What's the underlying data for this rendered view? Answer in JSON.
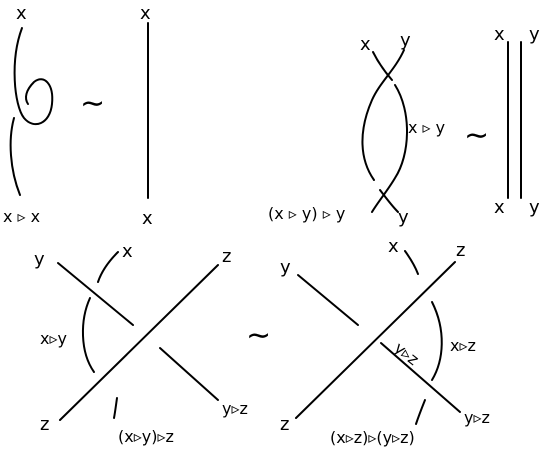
{
  "reidemeister_1": {
    "left_top": "x",
    "left_bottom": "x ▹ x",
    "equiv": "∼",
    "right_top": "x",
    "right_bottom": "x"
  },
  "reidemeister_2": {
    "left_top_a": "x",
    "left_top_b": "y",
    "left_middle": "x ▹ y",
    "left_bottom_a": "(x ▹ y) ▹ y",
    "left_bottom_b": "y",
    "equiv": "∼",
    "right_top_a": "x",
    "right_top_b": "y",
    "right_bottom_a": "x",
    "right_bottom_b": "y"
  },
  "reidemeister_3": {
    "left": {
      "top_y": "y",
      "top_x": "x",
      "top_z": "z",
      "middle": "x▹y",
      "bottom_z": "z",
      "bottom_right": "y▹z",
      "bottom_middle": "(x▹y)▹z"
    },
    "equiv": "∼",
    "right": {
      "top_y": "y",
      "top_x": "x",
      "top_z": "z",
      "inner": "y▹z",
      "middle": "x▹z",
      "bottom_z": "z",
      "bottom_right": "y▹z",
      "bottom_middle": "(x▹z)▹(y▹z)"
    }
  }
}
